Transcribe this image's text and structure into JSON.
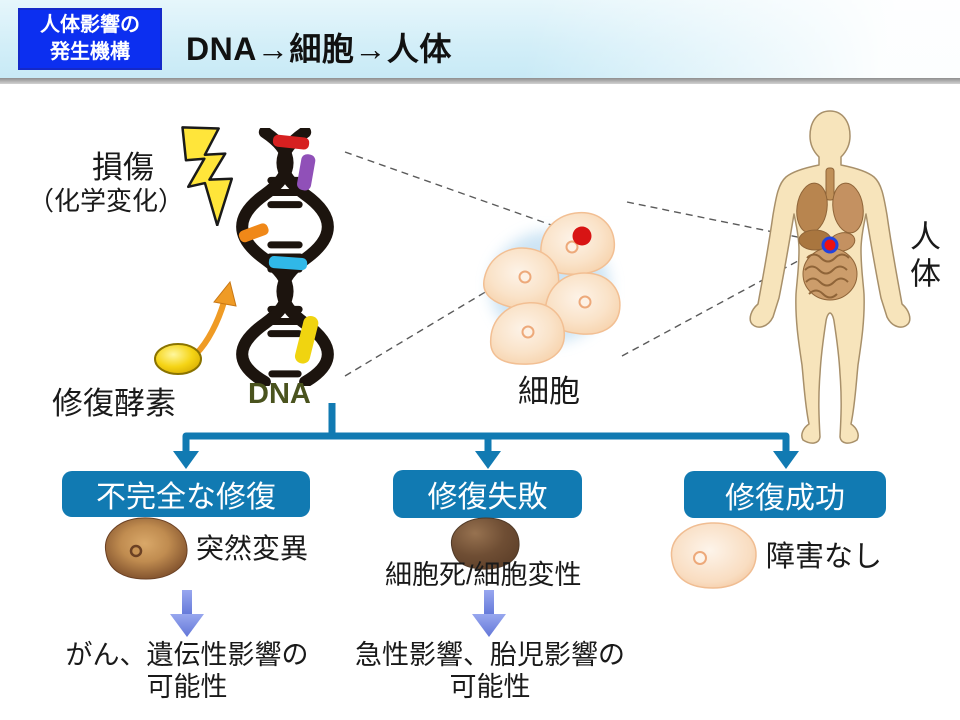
{
  "header": {
    "badge_line1": "人体影響の",
    "badge_line2": "発生機構",
    "title": "DNA→細胞→人体"
  },
  "diagram": {
    "damage_label": "損傷",
    "damage_sublabel": "（化学変化）",
    "repair_enzyme_label": "修復酵素",
    "dna_label": "DNA",
    "cell_label": "細胞",
    "body_label": "人体",
    "branches": [
      {
        "box_label": "不完全な修復",
        "result_label": "突然変異",
        "outcome_line1": "がん、遺伝性影響の",
        "outcome_line2": "可能性"
      },
      {
        "box_label": "修復失敗",
        "result_label": "細胞死/細胞変性",
        "outcome_line1": "急性影響、胎児影響の",
        "outcome_line2": "可能性"
      },
      {
        "box_label": "修復成功",
        "result_label": "障害なし"
      }
    ]
  },
  "icons": {
    "damage": "lightning-icon",
    "dna": "dna-helix-icon",
    "repair_enzyme": "enzyme-arrow-icon",
    "cells": "cell-cluster-icon",
    "body": "human-body-icon",
    "mutated_cell": "mutated-cell-icon",
    "dead_cell": "dead-cell-icon",
    "healthy_cell": "healthy-cell-icon",
    "outcome_arrow": "down-arrow-icon"
  },
  "colors": {
    "header_badge_blue": "#0c2ff0",
    "accent_blue": "#117ab2",
    "outcome_arrow_purple": "#7b8ee4",
    "dna_label_green": "#4a531e",
    "lightning_yellow": "#ffe53a",
    "enzyme_orange": "#ef9b25",
    "alert_red": "#d81414"
  }
}
